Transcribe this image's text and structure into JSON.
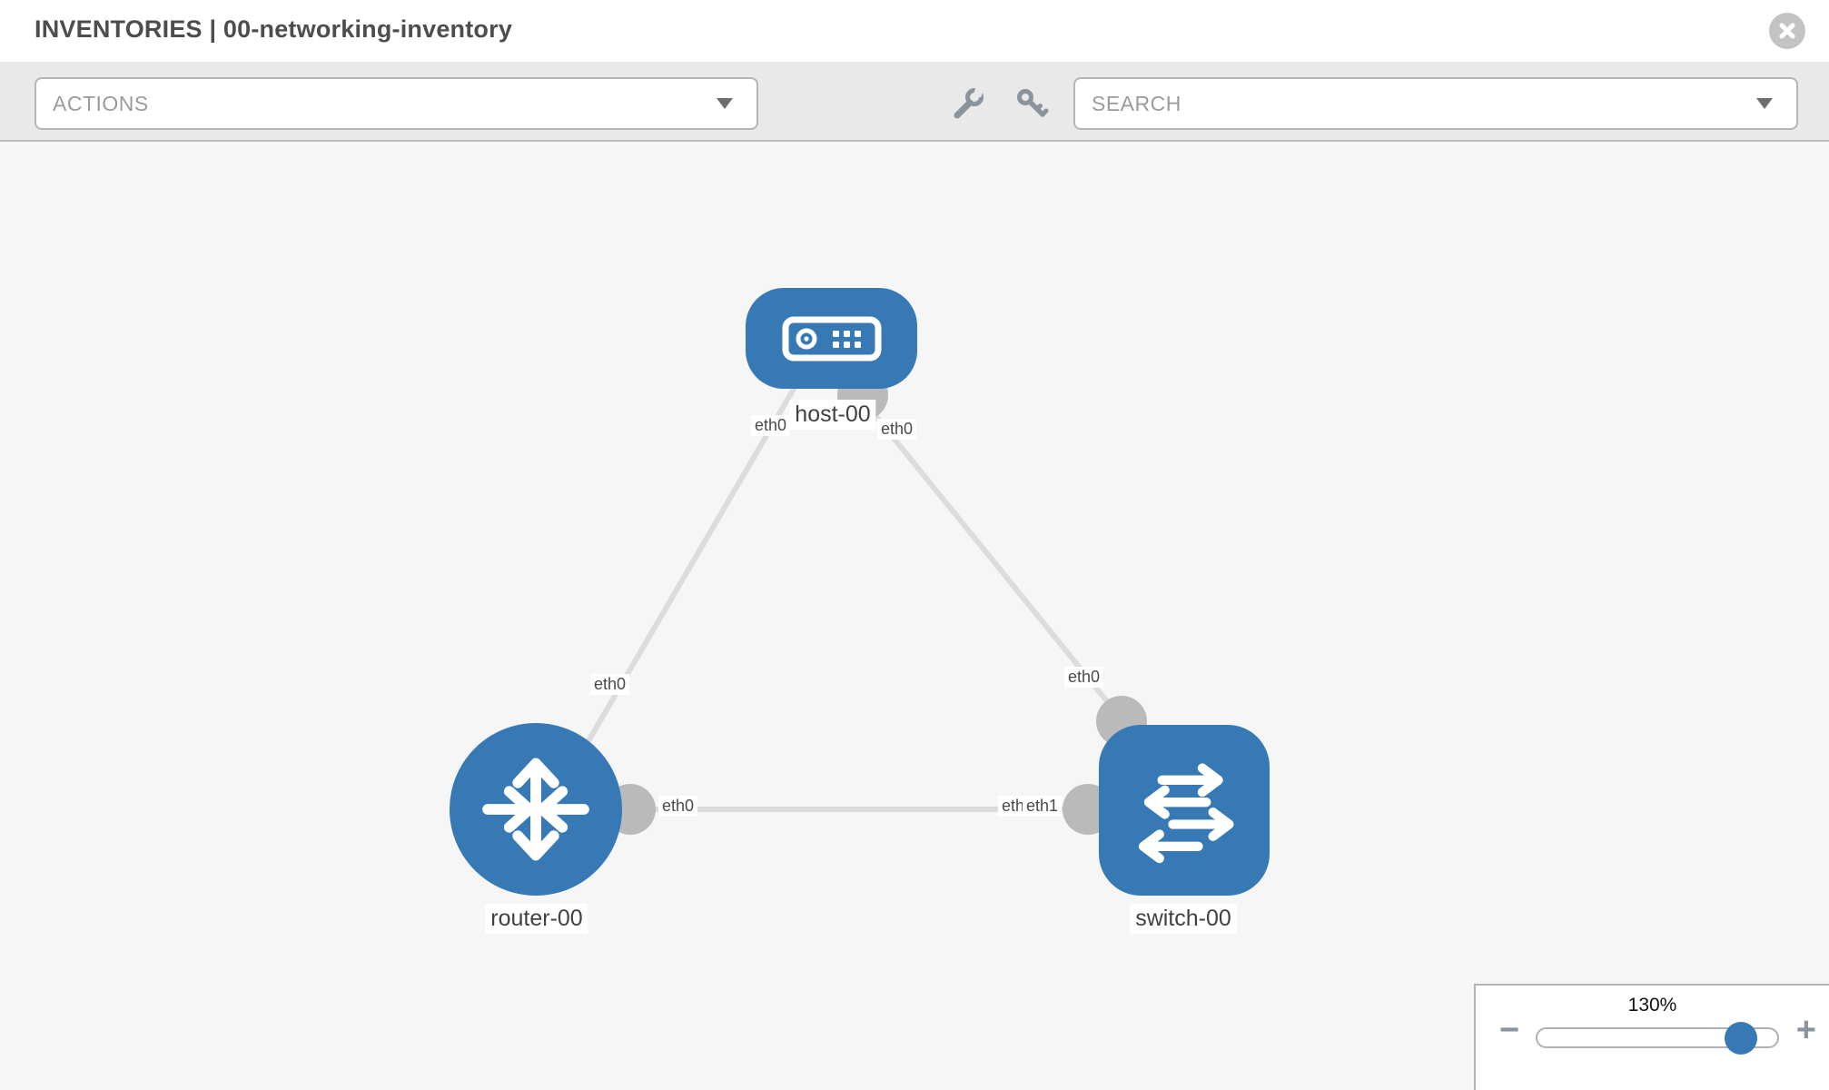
{
  "header": {
    "title": "INVENTORIES | 00-networking-inventory"
  },
  "toolbar": {
    "actions_label": "ACTIONS",
    "search_label": "SEARCH",
    "icons": [
      "wrench",
      "key"
    ]
  },
  "topology": {
    "nodes": [
      {
        "id": "host-00",
        "type": "host",
        "label": "host-00"
      },
      {
        "id": "router-00",
        "type": "router",
        "label": "router-00"
      },
      {
        "id": "switch-00",
        "type": "switch",
        "label": "switch-00"
      }
    ],
    "links": [
      {
        "from": "host-00",
        "to": "router-00",
        "from_iface": "eth0",
        "to_iface": "eth0"
      },
      {
        "from": "host-00",
        "to": "switch-00",
        "from_iface": "eth0",
        "to_iface": "eth0"
      },
      {
        "from": "router-00",
        "to": "switch-00",
        "from_iface": "eth0",
        "to_iface": "eth1",
        "to_iface_overlap": "eth0"
      }
    ]
  },
  "zoom_control": {
    "level": "130%",
    "minus_label": "−",
    "plus_label": "+"
  },
  "colors": {
    "node_blue": "#3779b5",
    "link_gray": "#dcdcdc",
    "connector_gray": "#bababa",
    "toolbar_gray": "#e9e9e9",
    "canvas_gray": "#f6f6f6"
  }
}
